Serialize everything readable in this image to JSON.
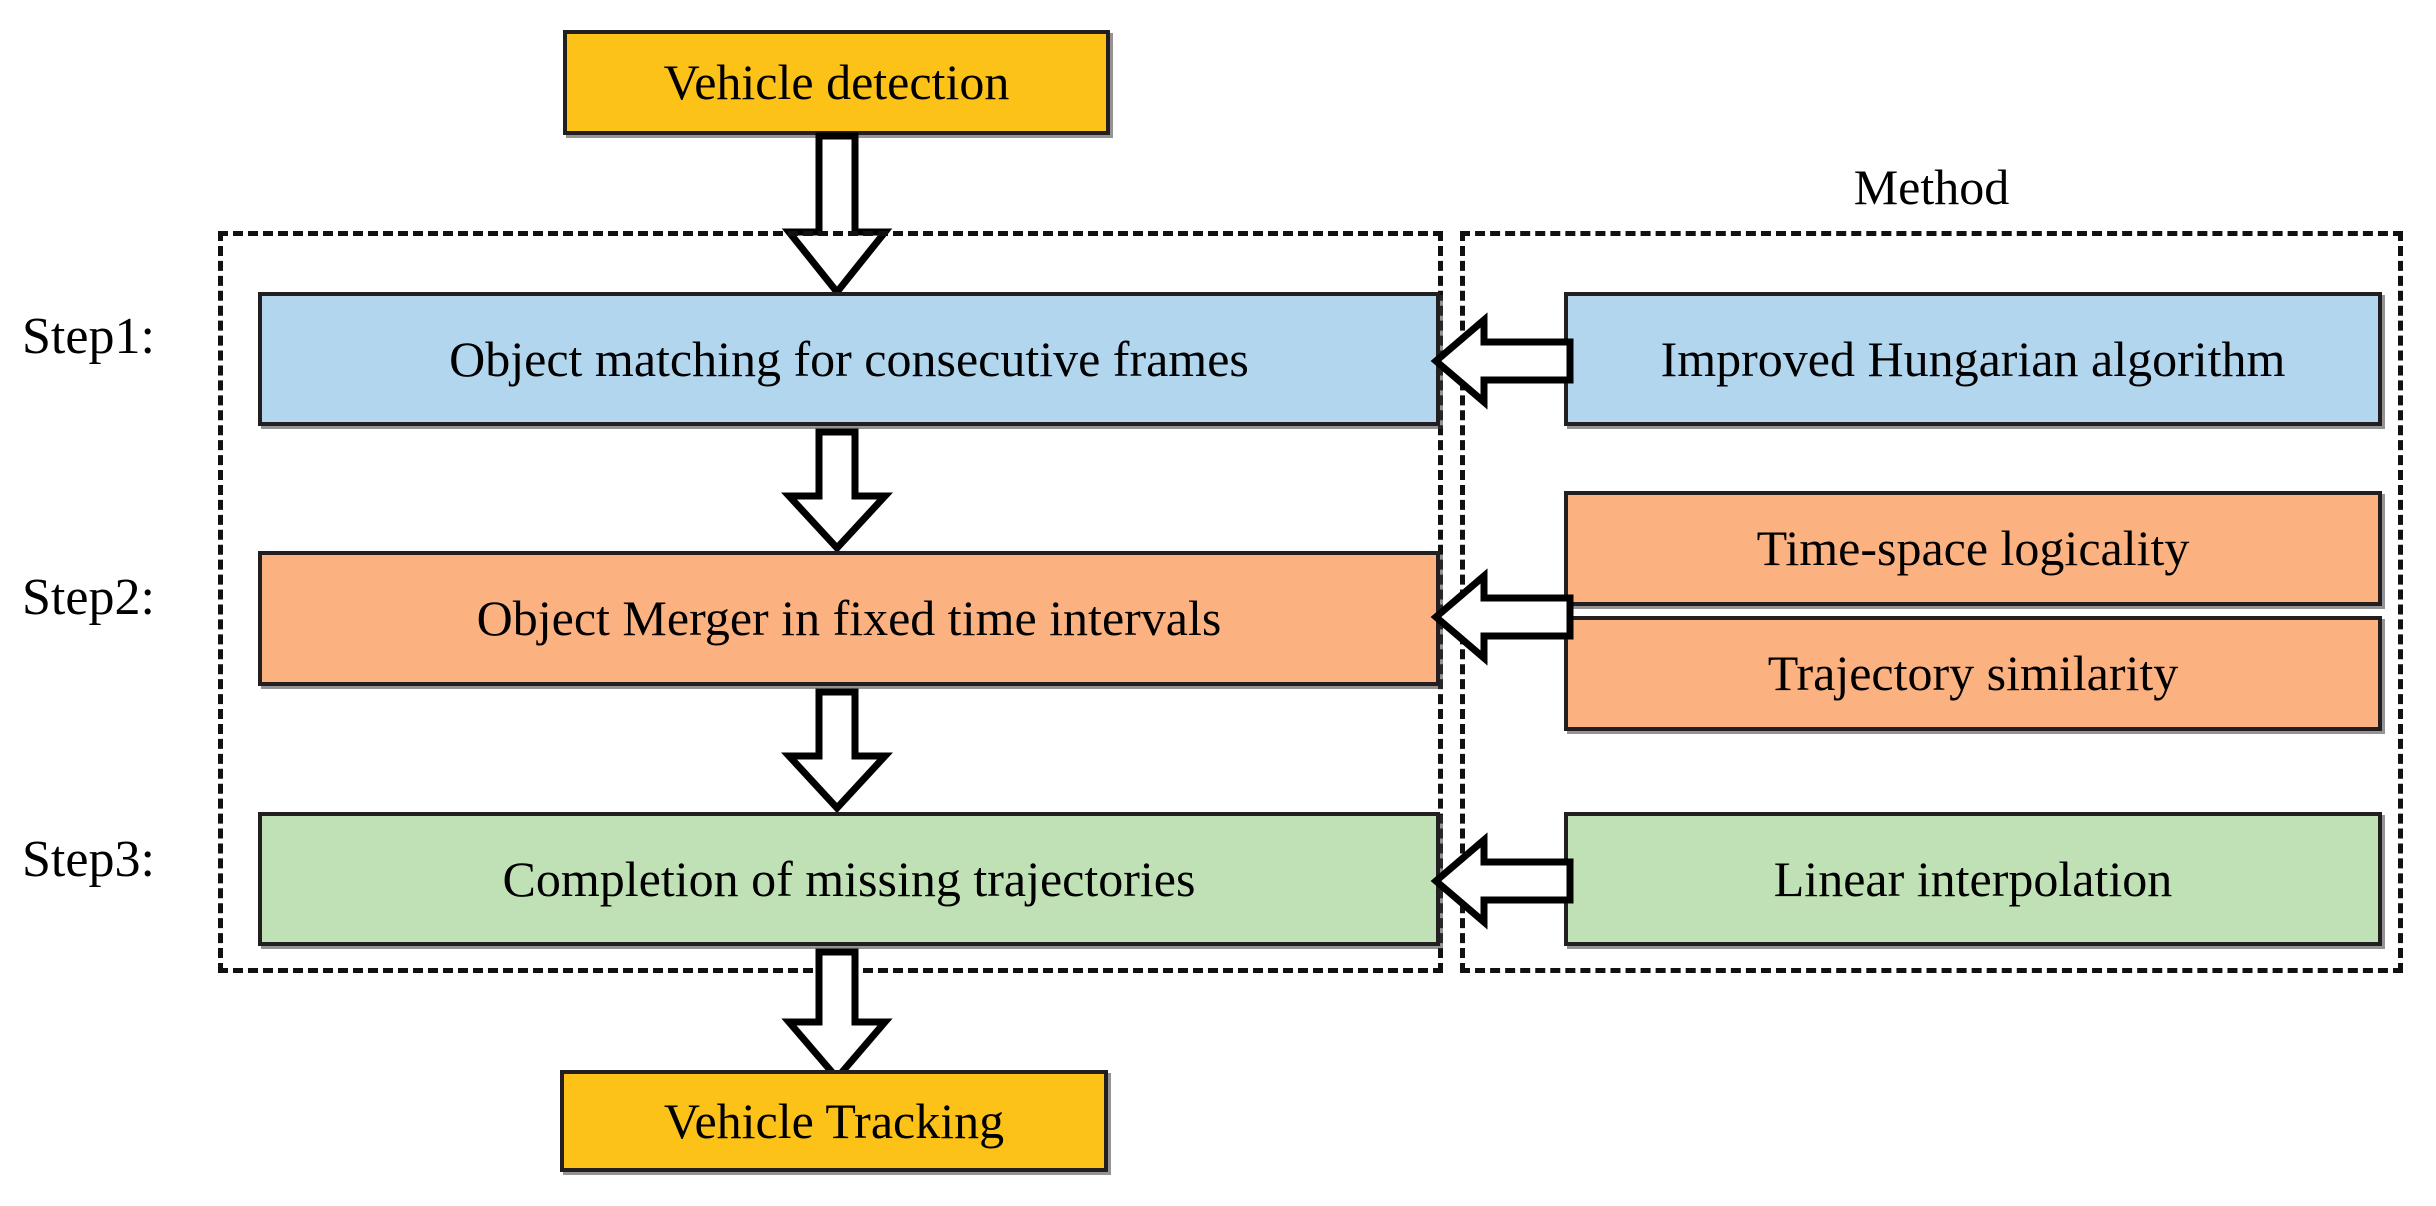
{
  "figure": {
    "type": "flowchart",
    "title": "",
    "orientation": "top-to-bottom pipeline with method annotations on the right"
  },
  "colors": {
    "amber": "#fcc217",
    "blue": "#b3d6ef",
    "orange": "#fcb280",
    "green": "#c0e1b5",
    "outline": "#231f20",
    "dashed": "#111111",
    "text": "#000000",
    "background": "#ffffff"
  },
  "labels": {
    "method_header": "Method",
    "step1": "Step1:",
    "step2": "Step2:",
    "step3": "Step3:"
  },
  "nodes": {
    "input": {
      "id": "vehicle-detection",
      "label": "Vehicle detection",
      "color": "amber"
    },
    "output": {
      "id": "vehicle-tracking",
      "label": "Vehicle Tracking",
      "color": "amber"
    },
    "steps": [
      {
        "id": "step1",
        "step_label": "Step1:",
        "label": "Object matching for consecutive frames",
        "color": "blue"
      },
      {
        "id": "step2",
        "step_label": "Step2:",
        "label": "Object Merger in fixed time intervals",
        "color": "orange"
      },
      {
        "id": "step3",
        "step_label": "Step3:",
        "label": "Completion of missing trajectories",
        "color": "green"
      }
    ],
    "methods": [
      {
        "id": "method-hungarian",
        "label": "Improved Hungarian algorithm",
        "color": "blue",
        "applies_to": "step1"
      },
      {
        "id": "method-time-space",
        "label": "Time-space logicality",
        "color": "orange",
        "applies_to": "step2"
      },
      {
        "id": "method-trajectory",
        "label": "Trajectory similarity",
        "color": "orange",
        "applies_to": "step2"
      },
      {
        "id": "method-interpolation",
        "label": "Linear interpolation",
        "color": "green",
        "applies_to": "step3"
      }
    ]
  },
  "edges": [
    {
      "id": "edge-input-step1",
      "from": "vehicle-detection",
      "to": "step1",
      "direction": "down",
      "style": "hollow-block-arrow"
    },
    {
      "id": "edge-step1-step2",
      "from": "step1",
      "to": "step2",
      "direction": "down",
      "style": "hollow-block-arrow"
    },
    {
      "id": "edge-step2-step3",
      "from": "step2",
      "to": "step3",
      "direction": "down",
      "style": "hollow-block-arrow"
    },
    {
      "id": "edge-step3-output",
      "from": "step3",
      "to": "vehicle-tracking",
      "direction": "down",
      "style": "hollow-block-arrow"
    },
    {
      "id": "edge-method1-step1",
      "from": "method-hungarian",
      "to": "step1",
      "direction": "left",
      "style": "hollow-block-arrow"
    },
    {
      "id": "edge-method2-step2",
      "from": "method-time-space,method-trajectory",
      "to": "step2",
      "direction": "left",
      "style": "hollow-block-arrow"
    },
    {
      "id": "edge-method4-step3",
      "from": "method-interpolation",
      "to": "step3",
      "direction": "left",
      "style": "hollow-block-arrow"
    }
  ]
}
